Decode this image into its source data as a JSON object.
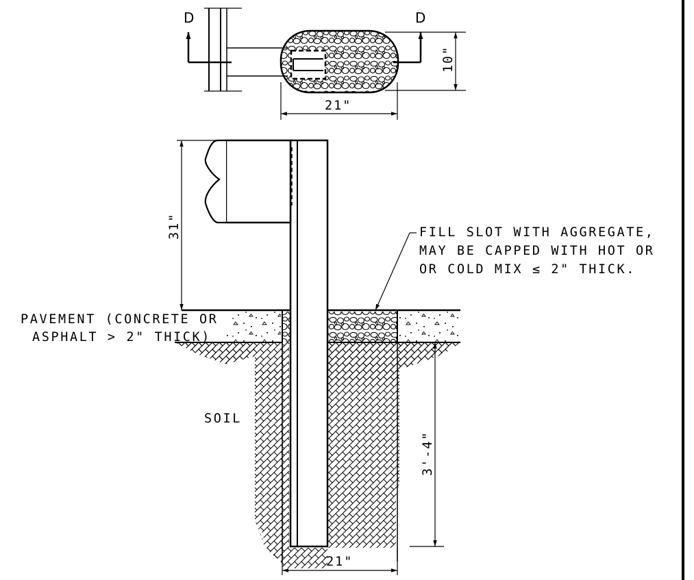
{
  "plan_view": {
    "section_mark_left": "D",
    "section_mark_right": "D",
    "dim_height": "10\"",
    "dim_width": "21\""
  },
  "elevation": {
    "dim_rail_height": "31\"",
    "dim_embed_depth": "3'-4\"",
    "dim_slot_width": "21\"",
    "pavement_note": [
      "PAVEMENT (CONCRETE OR",
      "ASPHALT > 2\" THICK)"
    ],
    "fill_note": [
      "FILL SLOT WITH AGGREGATE,",
      "MAY BE CAPPED WITH HOT OR",
      "OR COLD MIX ≤ 2\" THICK."
    ],
    "soil_label": "SOIL"
  },
  "colors": {
    "line": "#000000",
    "background": "#ffffff"
  }
}
